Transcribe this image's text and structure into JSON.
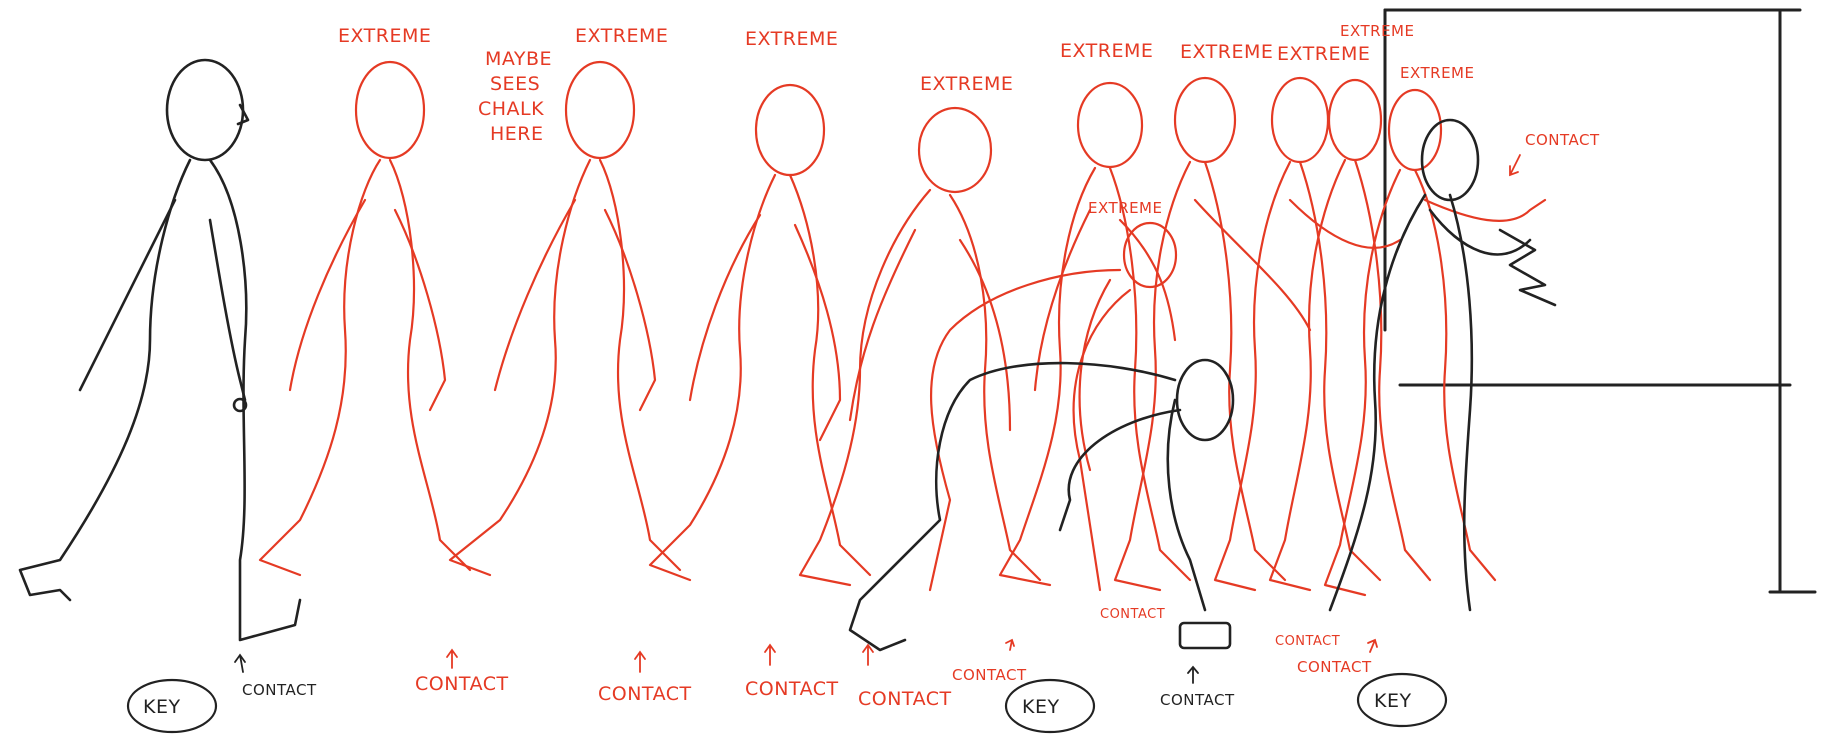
{
  "labels": {
    "extreme": "EXTREME",
    "contact": "CONTACT",
    "key": "KEY",
    "note": [
      "MAYBE",
      "SEES",
      "CHALK",
      "HERE"
    ]
  },
  "colors": {
    "red": "#e53a24",
    "black": "#222222",
    "paper": "#ffffff"
  }
}
